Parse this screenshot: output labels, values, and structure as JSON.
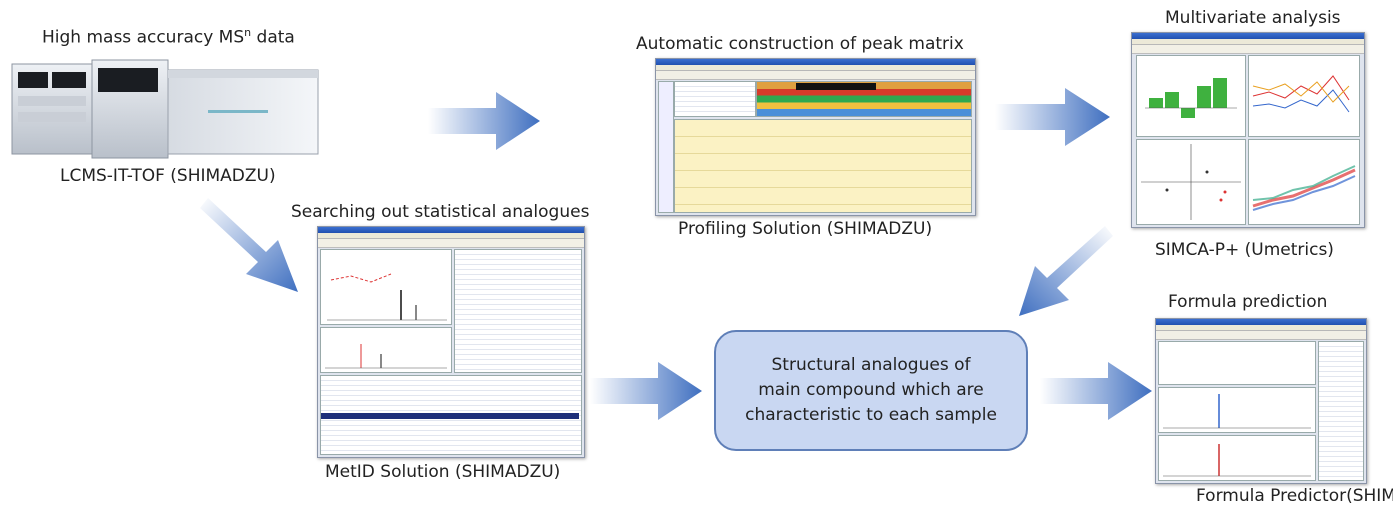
{
  "labels": {
    "ms_data": "High mass accuracy MS",
    "ms_data_sup": "n",
    "ms_data_suffix": " data",
    "lcms": "LCMS-IT-TOF (SHIMADZU)",
    "peak_matrix": "Automatic construction of peak matrix",
    "profiling": "Profiling Solution (SHIMADZU)",
    "multivariate": "Multivariate analysis",
    "simca": "SIMCA-P+ (Umetrics)",
    "searching": "Searching out statistical analogues",
    "metid": "MetID Solution (SHIMADZU)",
    "formula_prediction": "Formula prediction",
    "formula_predictor": "Formula Predictor(SHIMADZU)"
  },
  "center_box": {
    "line1": "Structural analogues of",
    "line2": "main compound which are",
    "line3": "characteristic to each sample"
  },
  "colors": {
    "arrow_start": "#ffffff",
    "arrow_end": "#3f6fc0",
    "box_fill": "#c9d7f2",
    "box_border": "#5f7fb8"
  }
}
